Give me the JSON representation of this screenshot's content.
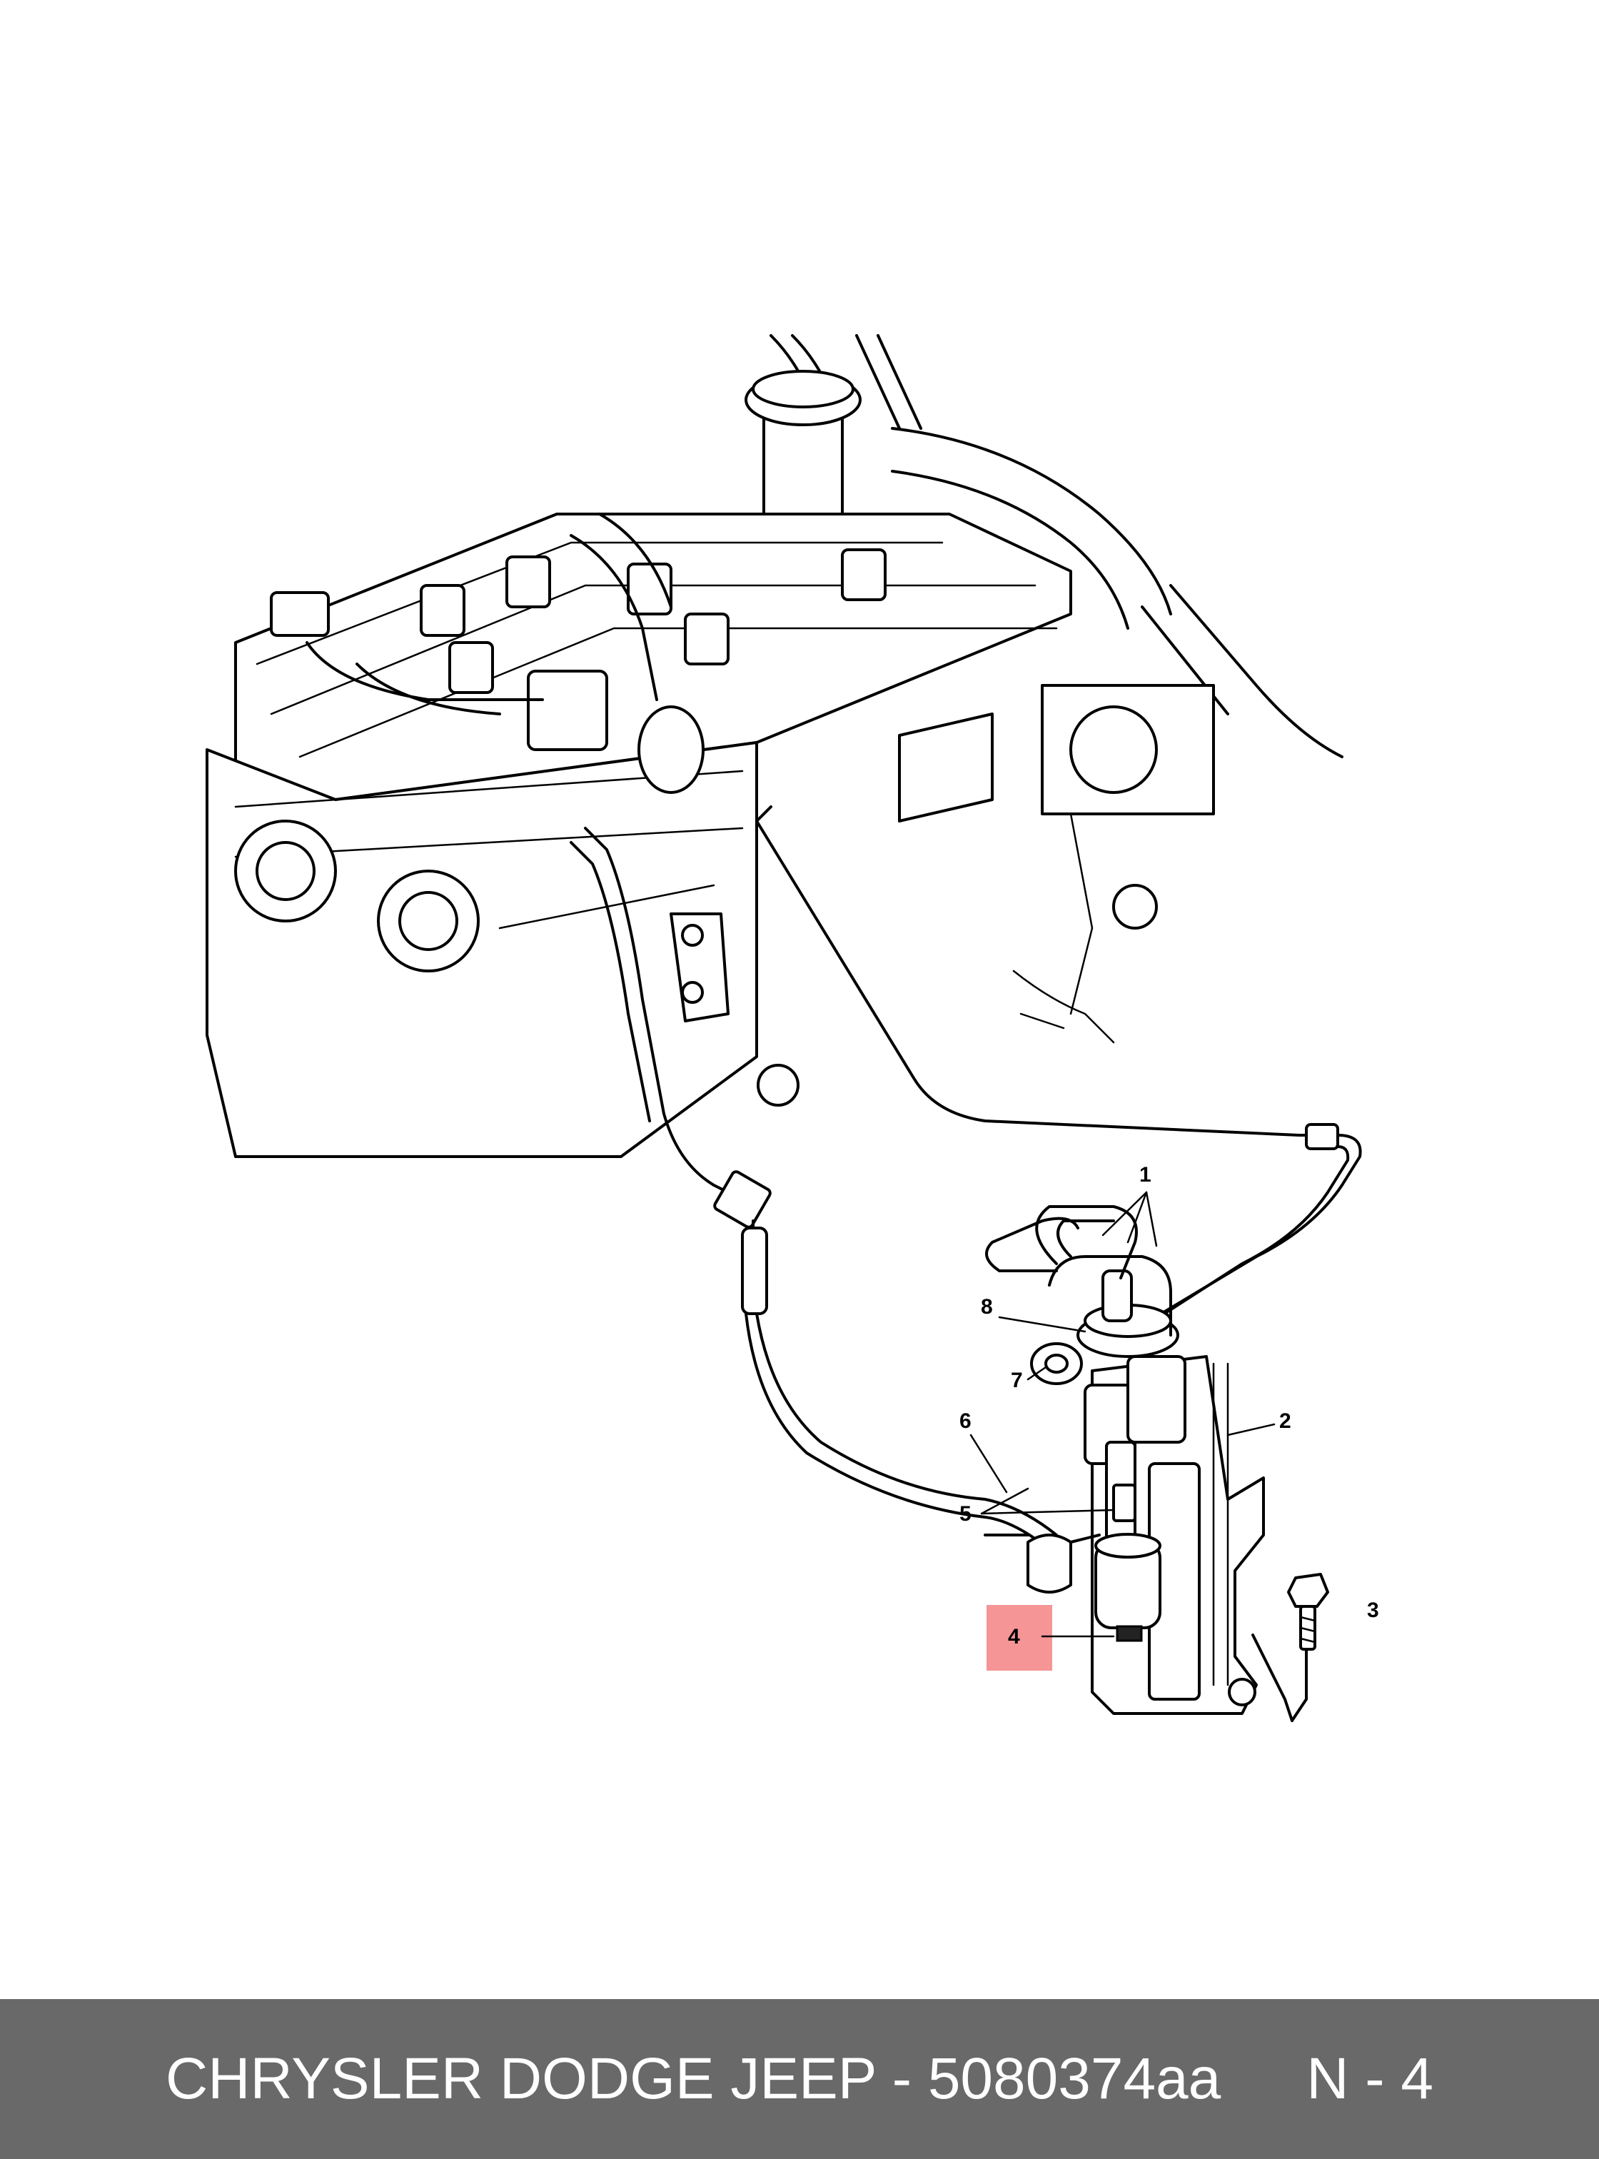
{
  "diagram": {
    "callouts": [
      "1",
      "2",
      "3",
      "4",
      "5",
      "6",
      "7",
      "8"
    ],
    "highlighted_callout": "4",
    "highlight_color": "#f48f8f"
  },
  "footer": {
    "brand_part": "CHRYSLER DODGE JEEP - 5080374aa",
    "ref": "N - 4",
    "background": "#696969",
    "text_color": "#ffffff"
  }
}
